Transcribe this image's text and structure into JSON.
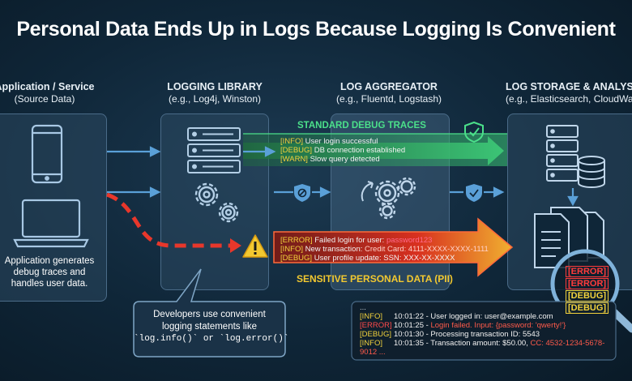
{
  "title": "Personal Data Ends Up in Logs Because Logging Is Convenient",
  "columns": [
    {
      "heading": "Application / Service",
      "sub": "(Source Data)"
    },
    {
      "heading": "LOGGING LIBRARY",
      "sub": "(e.g., Log4j, Winston)"
    },
    {
      "heading": "LOG AGGREGATOR",
      "sub": "(e.g., Fluentd, Logstash)"
    },
    {
      "heading": "LOG STORAGE & ANALYSIS",
      "sub": "(e.g., Elasticsearch, CloudWatch)"
    }
  ],
  "app_note": [
    "Application generates",
    "debug traces and",
    "handles user data."
  ],
  "standard": {
    "label": "STANDARD DEBUG TRACES",
    "lines": [
      {
        "tag": "[INFO]",
        "text": " User login successful"
      },
      {
        "tag": "[DEBUG]",
        "text": " DB connection established"
      },
      {
        "tag": "[WARN]",
        "text": " Slow query detected"
      }
    ]
  },
  "pii": {
    "label": "SENSITIVE PERSONAL DATA (PII)",
    "lines": [
      {
        "tag": "[ERROR]",
        "text": " Failed login for user: ",
        "hl": "password123"
      },
      {
        "tag": "[INFO]",
        "text": " New transaction: ",
        "hl": "Credit Card: 4111-XXXX-XXXX-1111"
      },
      {
        "tag": "[DEBUG]",
        "text": " User profile update: SSN: XXX-XX-XXXX",
        "hl": ""
      }
    ]
  },
  "dev_note": [
    "Developers use convenient",
    "logging statements like",
    "`log.info()` or `log.error()`"
  ],
  "magnifier_tags": [
    "[ERROR]",
    "[ERROR]",
    "[DEBUG]",
    "[DEBUG]"
  ],
  "console": {
    "ellipsis": "...",
    "lines": [
      {
        "tag": "[INFO]",
        "time": "10:01:22",
        "text": " - User logged in: user@example.com",
        "hl": ""
      },
      {
        "tag": "[ERROR]",
        "time": "10:01:25",
        "text": " - ",
        "hl": "Login failed. Input: {password: 'qwerty!'}"
      },
      {
        "tag": "[DEBUG]",
        "time": "10:01:30",
        "text": " - Processing transaction ID: 5543",
        "hl": ""
      },
      {
        "tag": "[INFO]",
        "time": "10:01:35",
        "text": " - Transaction amount: $50.00, ",
        "hl": "CC: 4532-1234-5678-"
      }
    ],
    "wrap": "9012 ..."
  },
  "colors": {
    "green": "#3fd07a",
    "red": "#e8372b",
    "yellow": "#f2c830",
    "blue": "#5aa0d8"
  }
}
